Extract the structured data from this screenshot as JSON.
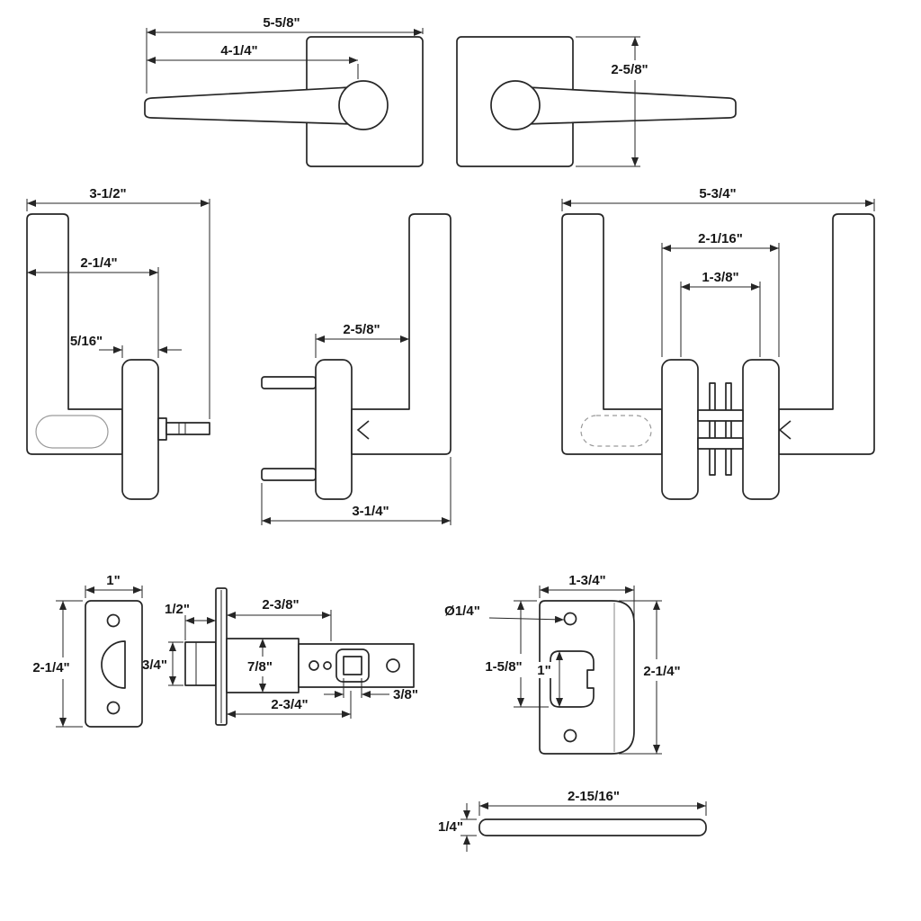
{
  "description": "Technical dimension drawing of a square-rosette door lever set with latch, strike plate and spindle bar",
  "colors": {
    "line": "#262626",
    "background": "#ffffff"
  },
  "figures": {
    "lever_front_left": {
      "overall_width": "5-5/8\"",
      "lever_length": "4-1/4\""
    },
    "lever_front_right": {
      "rosette_height": "2-5/8\""
    },
    "lever_side_exterior": {
      "overall_depth": "3-1/2\"",
      "lever_depth": "2-1/4\"",
      "rosette_thickness": "5/16\""
    },
    "lever_side_interior": {
      "projection": "2-5/8\"",
      "overall_projection": "3-1/4\""
    },
    "lever_assembly": {
      "overall_width": "5-3/4\"",
      "rosette_outer_span": "2-1/16\"",
      "rosette_center_span": "1-3/8\""
    },
    "latch_faceplate": {
      "width": "1\"",
      "height": "2-1/4\""
    },
    "latch_body": {
      "bolt_throw": "1/2\"",
      "case_length": "2-3/8\"",
      "bolt_height": "3/4\"",
      "case_height": "7/8\"",
      "spindle_hole": "3/8\"",
      "backset": "2-3/4\""
    },
    "strike_plate": {
      "hole_diameter": "Ø1/4\"",
      "width": "1-3/4\"",
      "opening_offset": "1-5/8\"",
      "opening_height": "1\"",
      "height": "2-1/4\""
    },
    "spindle_bar": {
      "length": "2-15/16\"",
      "thickness": "1/4\""
    }
  }
}
